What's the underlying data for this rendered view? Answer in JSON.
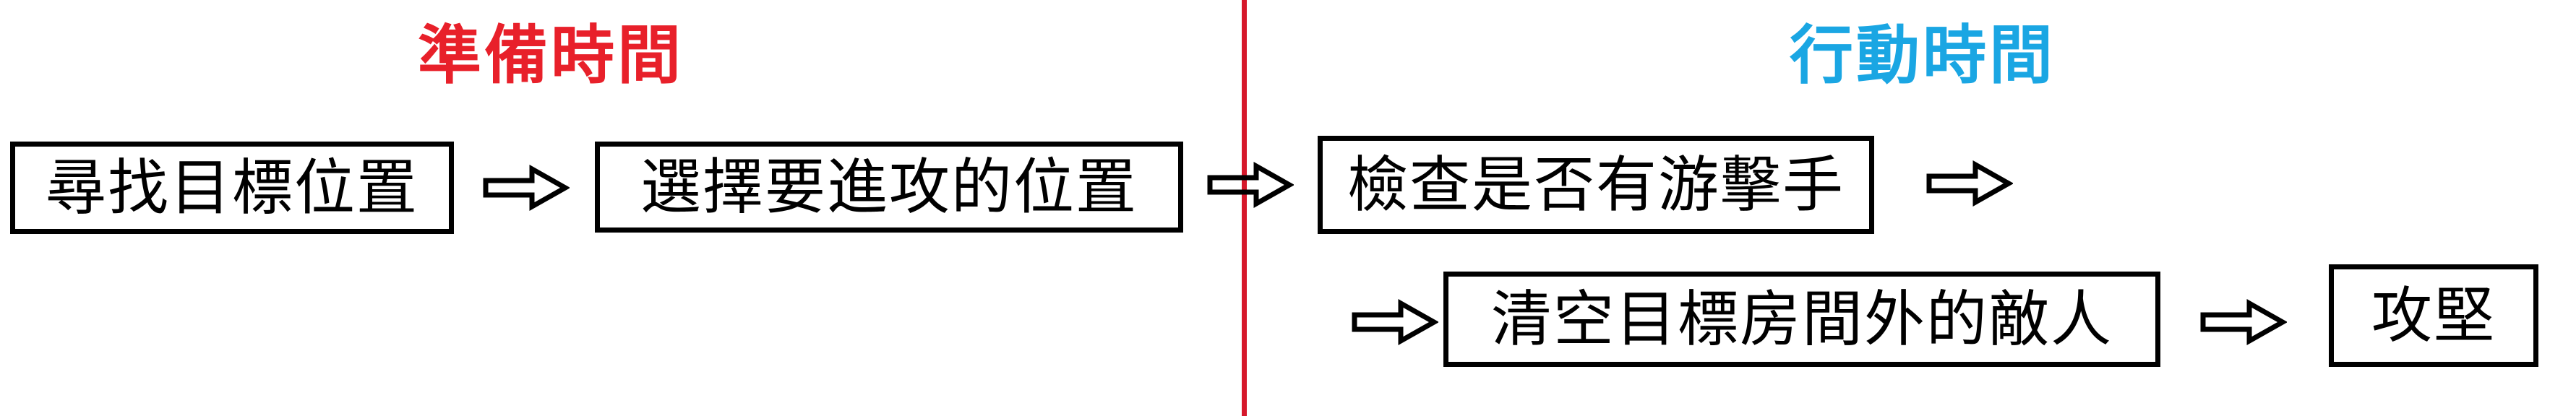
{
  "colors": {
    "prep": "#e8202a",
    "action": "#1aa6e3",
    "divider": "#d6182b",
    "box_border": "#000000",
    "arrow": "#000000"
  },
  "phases": {
    "prep": {
      "label": "準備時間"
    },
    "action": {
      "label": "行動時間"
    }
  },
  "steps": [
    {
      "label": "尋找目標位置"
    },
    {
      "label": "選擇要進攻的位置"
    },
    {
      "label": "檢查是否有游擊手"
    },
    {
      "label": "清空目標房間外的敵人"
    },
    {
      "label": "攻堅"
    }
  ],
  "arrows": [
    {
      "from": "尋找目標位置",
      "to": "選擇要進攻的位置"
    },
    {
      "from": "選擇要進攻的位置",
      "to": "檢查是否有游擊手"
    },
    {
      "from": "檢查是否有游擊手",
      "to": "清空目標房間外的敵人"
    },
    {
      "from": "清空目標房間外的敵人",
      "to": "攻堅"
    }
  ]
}
